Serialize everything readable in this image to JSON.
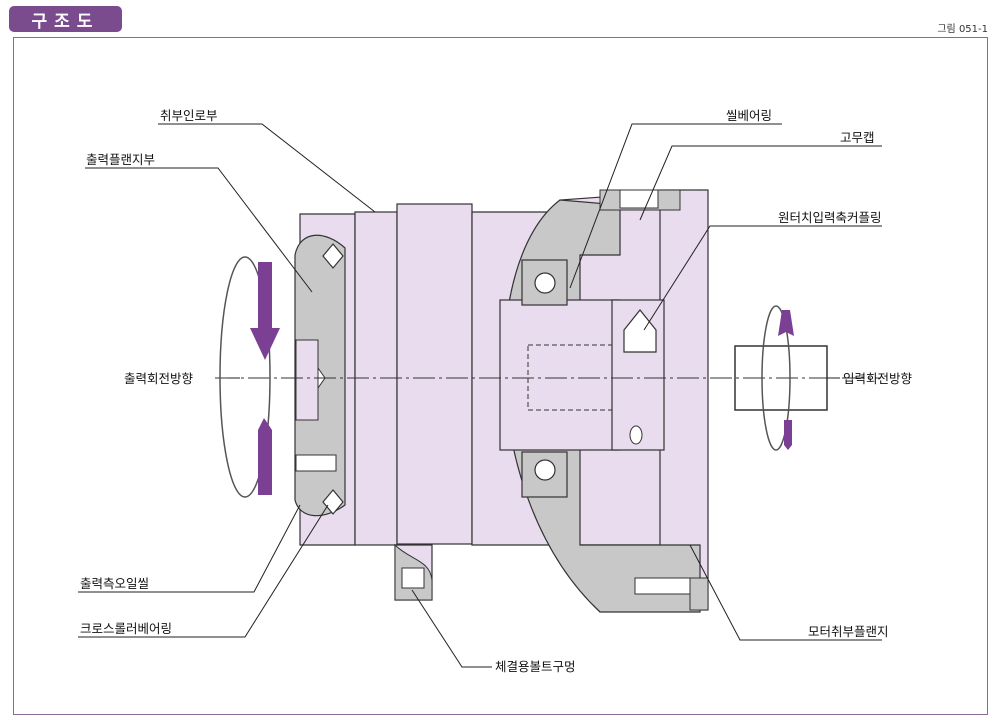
{
  "header": {
    "title": "구조도",
    "figure_number": "그림 051-1"
  },
  "labels": {
    "mounting_spigot": "취부인로부",
    "output_flange": "출력플랜지부",
    "output_rotation": "출력회전방향",
    "output_oil_seal": "출력측오일씰",
    "cross_roller_bearing": "크로스롤러베어링",
    "fastening_bolt_hole": "체결용볼트구멍",
    "seal_bearing": "씰베어링",
    "rubber_cap": "고무캡",
    "one_touch_coupling": "원터치입력축커플링",
    "input_rotation": "입력회전방향",
    "motor_flange": "모터취부플랜지"
  },
  "colors": {
    "accent": "#7a4b8d",
    "body_fill": "#e8dcee",
    "section_fill": "#c8c8c8",
    "arrow": "#7b3f94"
  }
}
